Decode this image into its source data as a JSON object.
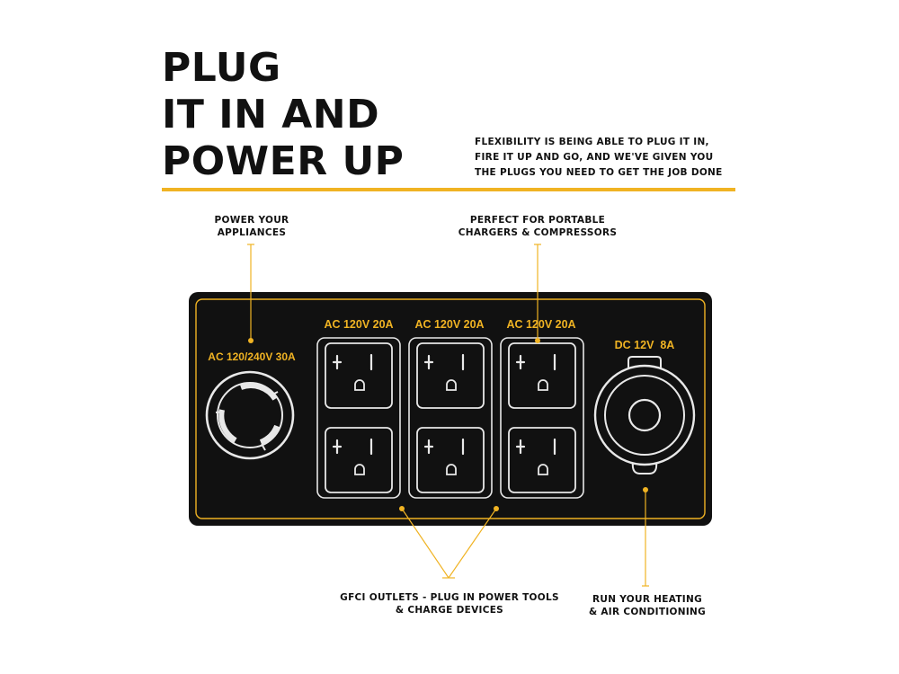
{
  "headline": {
    "lines": [
      "PLUG",
      "IT IN AND",
      "POWER UP"
    ]
  },
  "tagline": {
    "lines": [
      "FLEXIBILITY IS BEING ABLE TO PLUG IT IN,",
      "FIRE IT UP AND GO, AND WE'VE GIVEN YOU",
      "THE PLUGS YOU NEED TO GET THE JOB DONE"
    ]
  },
  "callouts": {
    "appliances": [
      "POWER YOUR",
      "APPLIANCES"
    ],
    "chargers": [
      "PERFECT FOR PORTABLE",
      "CHARGERS & COMPRESSORS"
    ],
    "gfci": [
      "GFCI OUTLETS - PLUG IN POWER TOOLS",
      "& CHARGE DEVICES"
    ],
    "heating": [
      "RUN YOUR HEATING",
      "& AIR CONDITIONING"
    ]
  },
  "panel": {
    "twist_lock_label": "AC 120/240V 30A",
    "duplex_labels": [
      "AC 120V 20A",
      "AC 120V 20A",
      "AC 120V 20A"
    ],
    "dc_label": "DC 12V  8A"
  },
  "colors": {
    "accent": "#f0b323",
    "panel": "#111111",
    "text": "#111111",
    "outlet_stroke": "#e8e8e8"
  }
}
